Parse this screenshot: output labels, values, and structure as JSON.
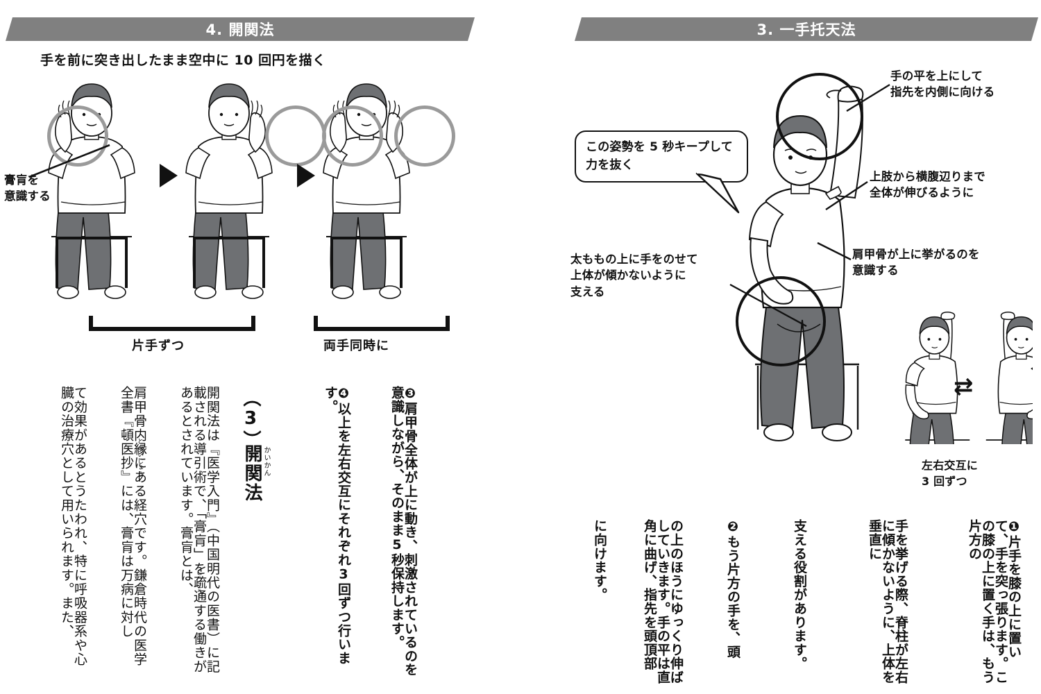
{
  "spread": {
    "left_page": {
      "header": "4. 開関法",
      "lead": "手を前に突き出したまま空中に 10 回円を描く",
      "annotation": "膏肓を\n意識する",
      "brackets": [
        {
          "label": "片手ずつ"
        },
        {
          "label": "両手同時に"
        }
      ],
      "section": {
        "number": "（3）",
        "title": "開関法",
        "title_ruby": "かいかん"
      },
      "steps": [
        "❸肩甲骨全体が上に動き、刺激されているのを意識しながら、そのまま5秒保持します。",
        "❹以上を左右交互にそれぞれ3回ずつ行います。"
      ],
      "body": [
        "開関法は『医学入門』（中国明代の医書）に記載される導引術で、「膏肓」を疏通する働きがあるとされています。膏肓とは、",
        "肩甲骨内縁にある経穴です。鎌倉時代の医学全書『頓医抄』には、膏肓は万病に対し",
        "て効果があるとうたわれ、特に呼吸器系や心臓の治療穴として用いられます。また、"
      ],
      "body_ruby": {
        "kokou": "こうこう",
        "tonishou": "とんいしょう"
      }
    },
    "right_page": {
      "header": "3. 一手托天法",
      "bubble": "この姿勢を 5 秒キープして\n力を抜く",
      "annotations": [
        "手の平を上にして\n指先を内側に向ける",
        "上肢から横腹辺りまで\n全体が伸びるように",
        "肩甲骨が上に挙がるのを\n意識する",
        "太ももの上に手をのせて\n上体が傾かないように\n支える"
      ],
      "inset_caption": "左右交互に\n3 回ずつ",
      "swap_icon": "⇄",
      "steps": [
        "❶片手を膝の上に置いて、手を突っ張ります。この膝の上に置く手は、もう片方の",
        "手を挙げる際、脊柱が左右に傾かないように、上体を垂直に",
        "支える役割があります。",
        "❷もう片方の手を、頭",
        "の上のほうにゆっくり伸ばしていきます。手の平は直角に曲げ、指先を頭頂部",
        "に向けます。"
      ]
    }
  },
  "colors": {
    "banner_gray": "#808080",
    "ink": "#111111",
    "highlight_ring": "#9a9a9a",
    "pants_gray": "#6e7073",
    "skin_gray": "#e8e8e8"
  },
  "icons": {
    "arrow_right": "play-triangle-icon",
    "swap": "swap-arrows-icon"
  }
}
